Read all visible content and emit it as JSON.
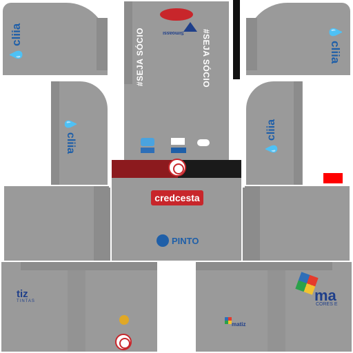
{
  "colors": {
    "kit_gray": "#9a9a9a",
    "band_red": "#8c1a1e",
    "band_black": "#1a1a1a",
    "cliia_blue": "#1f5fa8",
    "credcesta_red": "#c8262b"
  },
  "sponsors": {
    "cliia": "cliia",
    "credcesta": "credcesta",
    "pinto": "PINTO",
    "simoassi": "Simoassi",
    "tiz": "tiz",
    "tintas": "TINTAS",
    "matiz": "matiz",
    "ma_partial": "ma",
    "cores_partial": "CORES E"
  },
  "hashtags": {
    "left": "#SEJA SÓCIO",
    "right": "#SEJA SÓCIO"
  },
  "icons": {
    "crest": "club-crest-icon",
    "pinwheel": "matiz-pinwheel-icon",
    "fish": "fish-logo-icon",
    "drop": "cliia-drop-icon"
  }
}
